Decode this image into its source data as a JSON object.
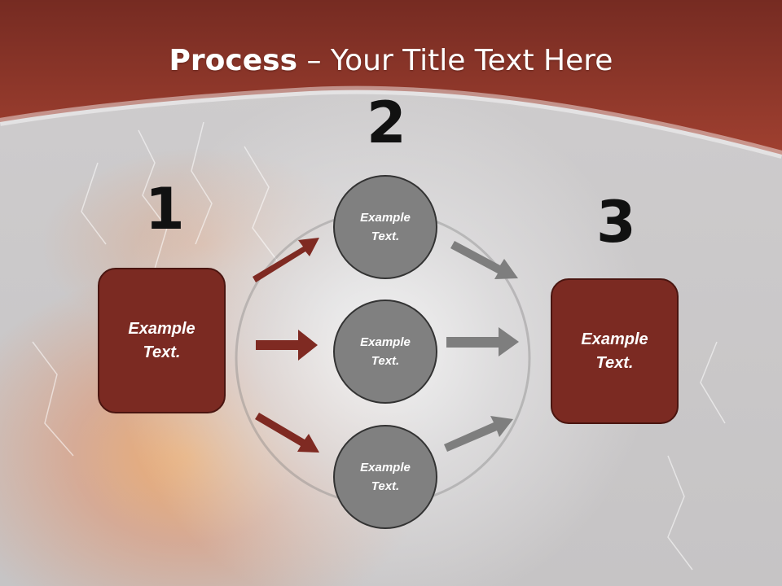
{
  "title": {
    "bold": "Process",
    "rest": " – Your Title Text Here"
  },
  "steps": {
    "one": {
      "number": "1",
      "label": "Example Text."
    },
    "two": {
      "number": "2",
      "items": [
        {
          "label": "Example Text."
        },
        {
          "label": "Example Text."
        },
        {
          "label": "Example Text."
        }
      ]
    },
    "three": {
      "number": "3",
      "label": "Example Text."
    }
  },
  "colors": {
    "header": "#8e3328",
    "box_fill": "#7b2a22",
    "circle_fill": "#808080",
    "arrow_red": "#7f2a22",
    "arrow_grey": "#7e7e7e"
  }
}
